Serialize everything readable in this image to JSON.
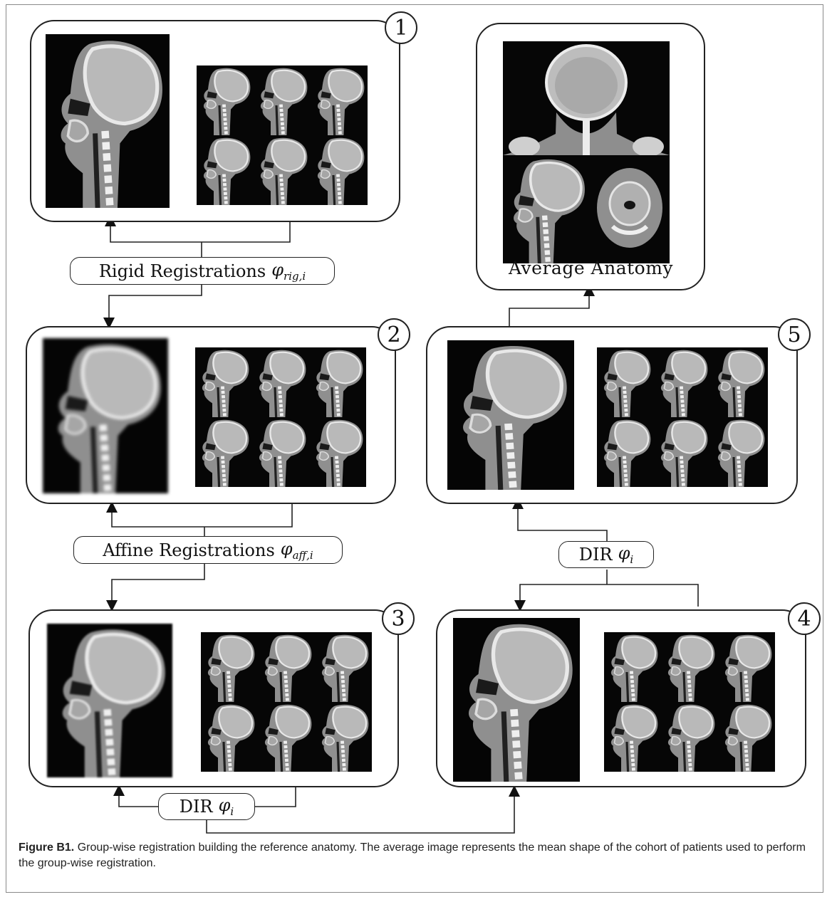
{
  "panels": [
    {
      "number": "1"
    },
    {
      "number": "2"
    },
    {
      "number": "3"
    },
    {
      "number": "4"
    },
    {
      "number": "5"
    }
  ],
  "labels": {
    "rigid": {
      "text": "Rigid Registrations",
      "symbol": "φ",
      "subscript": "rig,i"
    },
    "affine": {
      "text": "Affine Registrations",
      "symbol": "φ",
      "subscript": "aff,i"
    },
    "dir_left": {
      "text": "DIR",
      "symbol": "φ",
      "subscript": "i"
    },
    "dir_right": {
      "text": "DIR",
      "symbol": "φ",
      "subscript": "i"
    }
  },
  "average": {
    "label": "Average Anatomy"
  },
  "caption": {
    "figure": "Figure B1.",
    "text": "Group-wise registration building the reference anatomy. The average image represents the mean shape of the cohort of patients used to perform the group-wise registration."
  }
}
